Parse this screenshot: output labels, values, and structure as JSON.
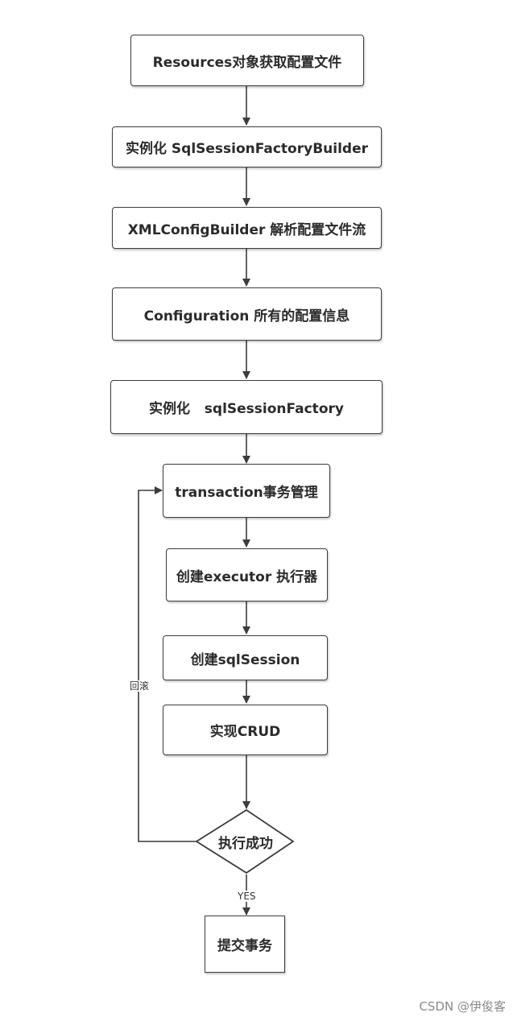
{
  "nodes": {
    "resources": "Resources对象获取配置文件",
    "instantiate_builder": "实例化 SqlSessionFactoryBuilder",
    "xml_config_builder": "XMLConfigBuilder 解析配置文件流",
    "configuration": "Configuration 所有的配置信息",
    "instantiate_factory": "实例化   sqlSessionFactory",
    "transaction": "transaction事务管理",
    "executor": "创建executor 执行器",
    "sql_session": "创建sqlSession",
    "crud": "实现CRUD",
    "decision": "执行成功",
    "commit": "提交事务"
  },
  "edge_labels": {
    "rollback": "回滚",
    "yes": "YES"
  },
  "watermark": "CSDN @伊俊客",
  "colors": {
    "line": "#3c3c3c",
    "text": "#2b2b2b",
    "watermark": "#8a8a8a"
  }
}
